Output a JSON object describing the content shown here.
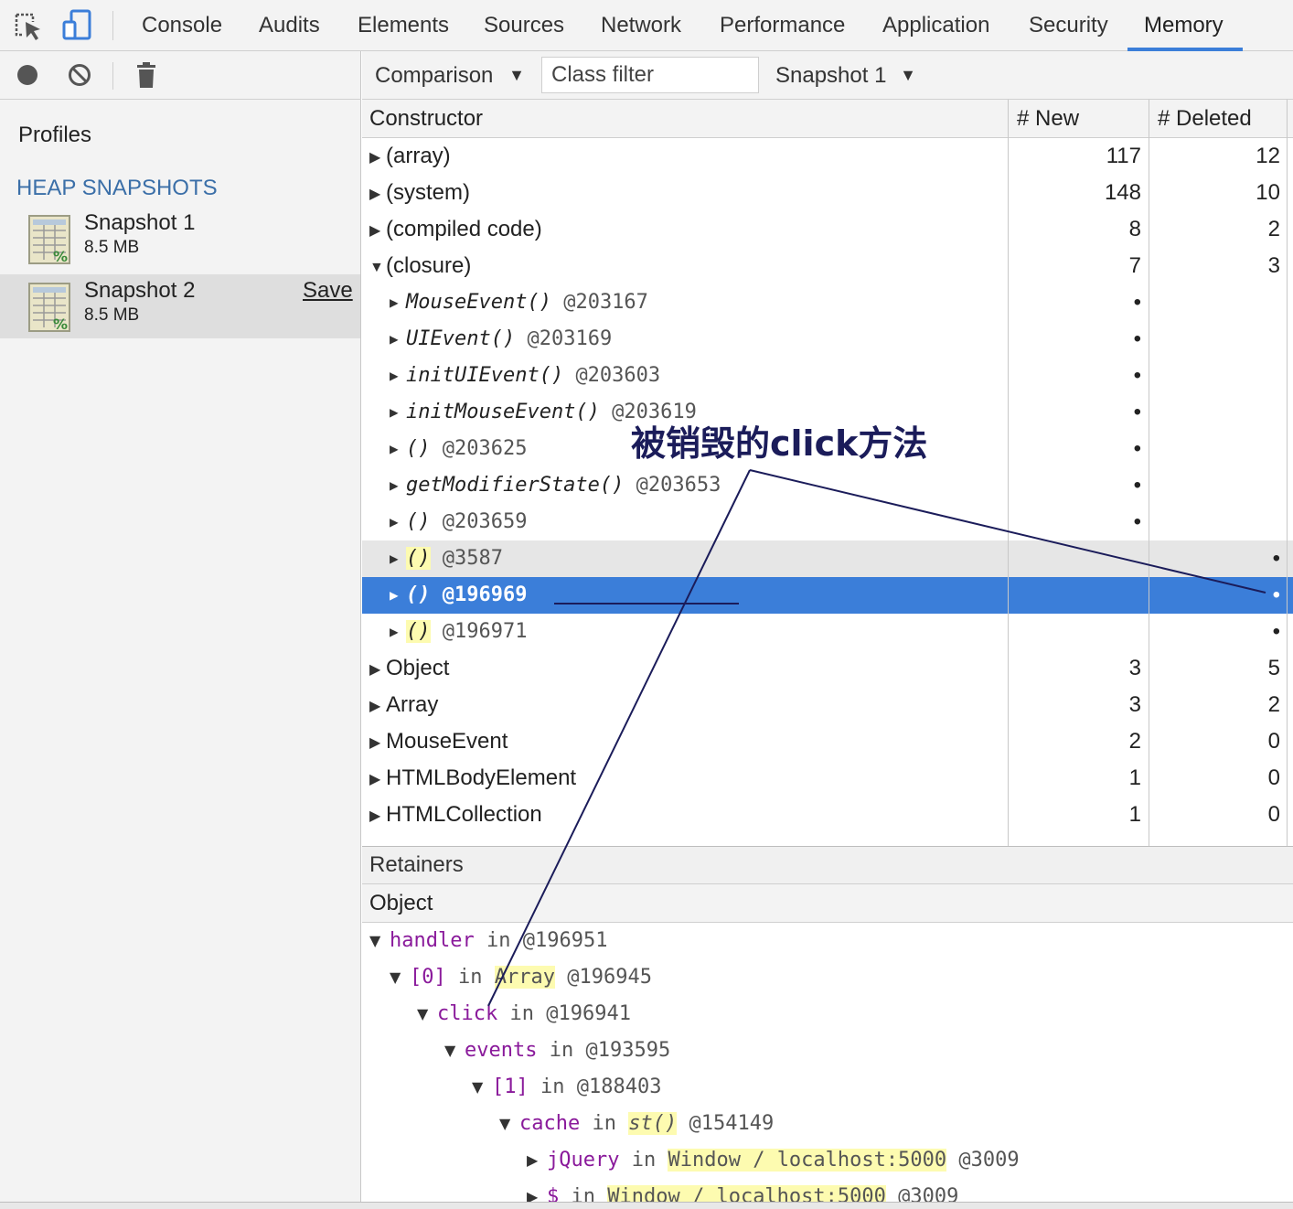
{
  "tabs": [
    "Console",
    "Audits",
    "Elements",
    "Sources",
    "Network",
    "Performance",
    "Application",
    "Security",
    "Memory"
  ],
  "active_tab": "Memory",
  "sidebar": {
    "profiles_label": "Profiles",
    "section_label": "HEAP SNAPSHOTS",
    "snapshots": [
      {
        "name": "Snapshot 1",
        "size": "8.5 MB"
      },
      {
        "name": "Snapshot 2",
        "size": "8.5 MB",
        "action": "Save"
      }
    ]
  },
  "toolbar": {
    "view_mode": "Comparison",
    "class_filter_placeholder": "Class filter",
    "base_snapshot": "Snapshot 1"
  },
  "grid": {
    "columns": [
      "Constructor",
      "# New",
      "# Deleted"
    ],
    "rows": [
      {
        "name": "(array)",
        "new": "117",
        "deleted": "12"
      },
      {
        "name": "(system)",
        "new": "148",
        "deleted": "10"
      },
      {
        "name": "(compiled code)",
        "new": "8",
        "deleted": "2"
      },
      {
        "name": "(closure)",
        "new": "7",
        "deleted": "3"
      },
      {
        "name": "MouseEvent()",
        "id": "@203167",
        "new": "•",
        "deleted": ""
      },
      {
        "name": "UIEvent()",
        "id": "@203169",
        "new": "•",
        "deleted": ""
      },
      {
        "name": "initUIEvent()",
        "id": "@203603",
        "new": "•",
        "deleted": ""
      },
      {
        "name": "initMouseEvent()",
        "id": "@203619",
        "new": "•",
        "deleted": ""
      },
      {
        "name": "()",
        "id": "@203625",
        "new": "•",
        "deleted": ""
      },
      {
        "name": "getModifierState()",
        "id": "@203653",
        "new": "•",
        "deleted": ""
      },
      {
        "name": "()",
        "id": "@203659",
        "new": "•",
        "deleted": ""
      },
      {
        "name": "()",
        "id": "@3587",
        "new": "",
        "deleted": "•"
      },
      {
        "name": "()",
        "id": "@196969",
        "new": "",
        "deleted": "•"
      },
      {
        "name": "()",
        "id": "@196971",
        "new": "",
        "deleted": "•"
      },
      {
        "name": "Object",
        "new": "3",
        "deleted": "5"
      },
      {
        "name": "Array",
        "new": "3",
        "deleted": "2"
      },
      {
        "name": "MouseEvent",
        "new": "2",
        "deleted": "0"
      },
      {
        "name": "HTMLBodyElement",
        "new": "1",
        "deleted": "0"
      },
      {
        "name": "HTMLCollection",
        "new": "1",
        "deleted": "0"
      }
    ]
  },
  "retainers": {
    "title": "Retainers",
    "column": "Object",
    "in_word": "in",
    "rows": [
      {
        "prop": "handler",
        "target": "",
        "id": "@196951"
      },
      {
        "prop": "[0]",
        "target": "Array",
        "id": "@196945"
      },
      {
        "prop": "click",
        "target": "",
        "id": "@196941"
      },
      {
        "prop": "events",
        "target": "",
        "id": "@193595"
      },
      {
        "prop": "[1]",
        "target": "",
        "id": "@188403"
      },
      {
        "prop": "cache",
        "target": "st()",
        "id": "@154149"
      },
      {
        "prop": "jQuery",
        "target": "Window / localhost:5000",
        "id": "@3009"
      },
      {
        "prop": "$",
        "target": "Window / localhost:5000",
        "id": "@3009"
      }
    ]
  },
  "annotation": "被销毁的click方法",
  "colors": {
    "selection": "#3b7ed9",
    "property": "#8a1a9b",
    "highlight": "#fdfbb0",
    "annotation": "#1b1c5a"
  }
}
